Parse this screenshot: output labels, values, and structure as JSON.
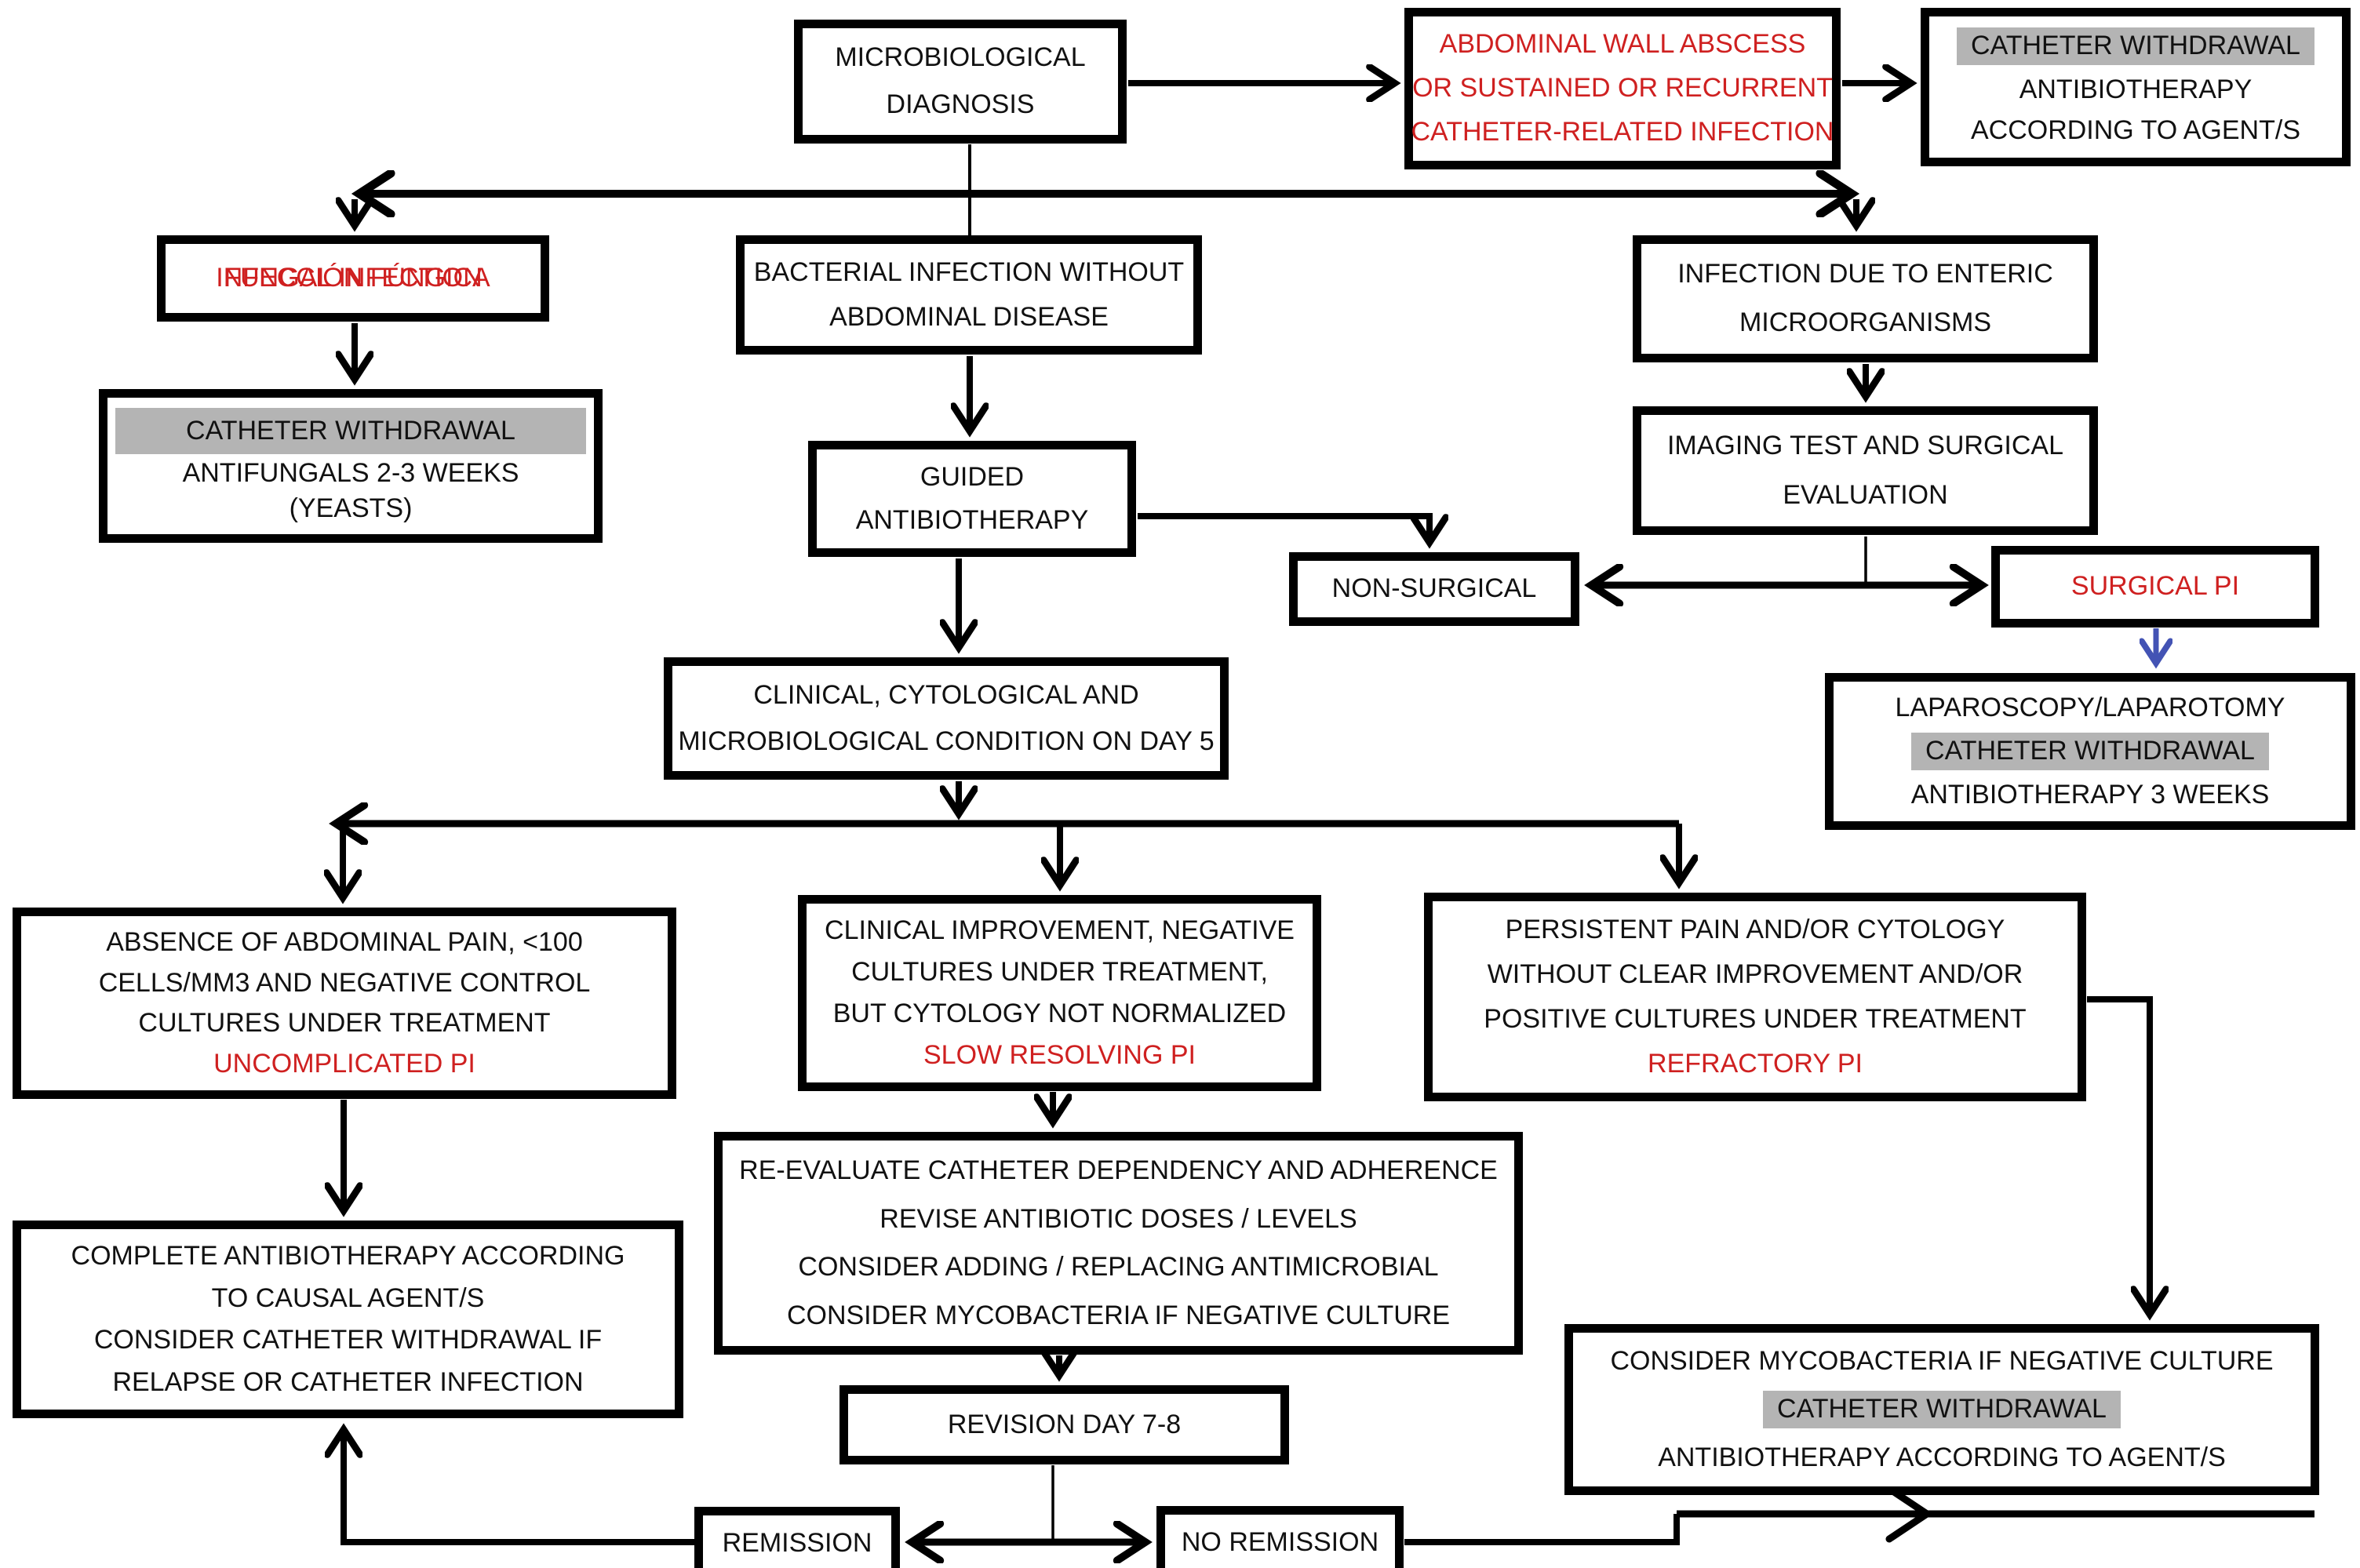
{
  "colors": {
    "accent_red": "#cf2020",
    "highlight_gray": "#b4b4b4",
    "arrow_blue": "#4353b4",
    "line_black": "#000000"
  },
  "nodes": {
    "micro_diagnosis": {
      "lines": [
        "MICROBIOLOGICAL",
        "DIAGNOSIS"
      ]
    },
    "abdominal_abscess": {
      "lines": [
        "ABDOMINAL WALL ABSCESS",
        "OR SUSTAINED OR RECURRENT",
        "CATHETER-RELATED INFECTION"
      ]
    },
    "catheter_withdrawal_top": {
      "lines": [
        "CATHETER WITHDRAWAL",
        "ANTIBIOTHERAPY",
        "ACCORDING TO AGENT/S"
      ]
    },
    "fungal_infection": {
      "layers": [
        "INFECCIÓN FÚNGICA",
        "FUNGAL INFECTION"
      ]
    },
    "bacterial_infection": {
      "lines": [
        "BACTERIAL INFECTION WITHOUT",
        "ABDOMINAL DISEASE"
      ]
    },
    "catheter_antifungals": {
      "lines": [
        "CATHETER WITHDRAWAL",
        "ANTIFUNGALS 2-3 WEEKS",
        "(YEASTS)"
      ]
    },
    "guided_antibiotherapy": {
      "lines": [
        "GUIDED",
        "ANTIBIOTHERAPY"
      ]
    },
    "enteric_infection": {
      "lines": [
        "INFECTION DUE TO ENTERIC",
        "MICROORGANISMS"
      ]
    },
    "imaging_test": {
      "lines": [
        "IMAGING TEST AND SURGICAL",
        "EVALUATION"
      ]
    },
    "non_surgical": {
      "lines": [
        "NON-SURGICAL"
      ]
    },
    "surgical_pi": {
      "lines": [
        "SURGICAL PI"
      ]
    },
    "laparoscopy": {
      "lines": [
        "LAPAROSCOPY/LAPAROTOMY",
        "CATHETER WITHDRAWAL",
        "ANTIBIOTHERAPY 3 WEEKS"
      ]
    },
    "day5_condition": {
      "lines": [
        "CLINICAL, CYTOLOGICAL AND",
        "MICROBIOLOGICAL CONDITION ON DAY 5"
      ]
    },
    "uncomplicated": {
      "lines": [
        "ABSENCE OF ABDOMINAL PAIN, <100",
        "CELLS/MM3 AND NEGATIVE CONTROL",
        "CULTURES UNDER TREATMENT",
        "UNCOMPLICATED PI"
      ]
    },
    "slow_resolving": {
      "lines": [
        "CLINICAL IMPROVEMENT, NEGATIVE",
        "CULTURES UNDER TREATMENT,",
        "BUT CYTOLOGY NOT NORMALIZED",
        "SLOW RESOLVING PI"
      ]
    },
    "refractory": {
      "lines": [
        "PERSISTENT PAIN AND/OR CYTOLOGY",
        "WITHOUT CLEAR IMPROVEMENT AND/OR",
        "POSITIVE CULTURES UNDER TREATMENT",
        "REFRACTORY PI"
      ]
    },
    "complete_antibiotherapy": {
      "lines": [
        "COMPLETE ANTIBIOTHERAPY ACCORDING",
        "TO CAUSAL AGENT/S",
        "CONSIDER CATHETER WITHDRAWAL IF",
        "RELAPSE OR CATHETER INFECTION"
      ]
    },
    "reevaluate": {
      "lines": [
        "RE-EVALUATE CATHETER DEPENDENCY AND ADHERENCE",
        "REVISE ANTIBIOTIC DOSES / LEVELS",
        "CONSIDER ADDING / REPLACING ANTIMICROBIAL",
        "CONSIDER MYCOBACTERIA IF NEGATIVE CULTURE"
      ]
    },
    "revision": {
      "lines": [
        "REVISION DAY 7-8"
      ]
    },
    "remission": {
      "lines": [
        "REMISSION"
      ]
    },
    "no_remission": {
      "lines": [
        "NO REMISSION"
      ]
    },
    "consider_mycobacteria": {
      "lines": [
        "CONSIDER MYCOBACTERIA IF NEGATIVE CULTURE",
        "CATHETER WITHDRAWAL",
        "ANTIBIOTHERAPY ACCORDING TO AGENT/S"
      ]
    }
  }
}
